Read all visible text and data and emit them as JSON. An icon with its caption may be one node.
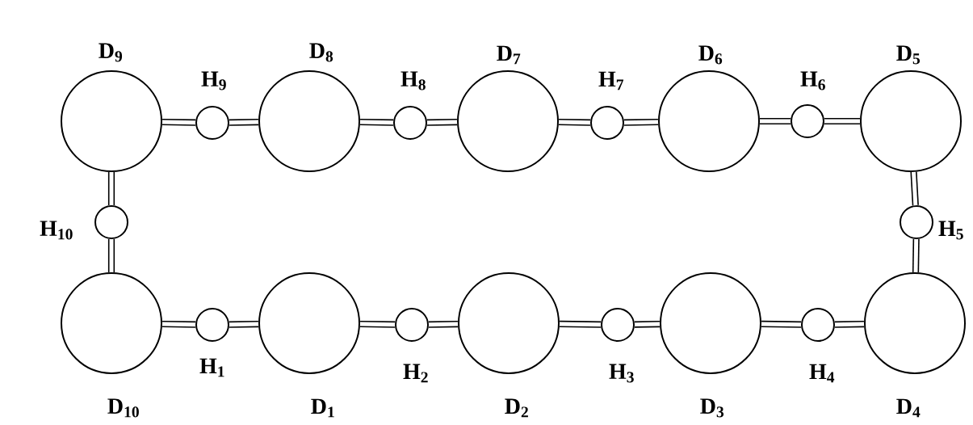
{
  "diagram": {
    "nodes": [
      {
        "text": [
          "D$_{9}$"
        ]
      },
      {
        "text": [
          "H$_{9}$"
        ]
      },
      {
        "text": [
          "D$_{8}$"
        ]
      },
      {
        "text": [
          "H$_{8}$"
        ]
      },
      {
        "text": [
          "D$_{7}$"
        ]
      },
      {
        "text": [
          "H$_{7}$"
        ]
      },
      {
        "text": [
          "D$_{6}$"
        ]
      },
      {
        "text": [
          "H$_{6}$"
        ]
      },
      {
        "text": [
          "D$_{5}$"
        ]
      },
      {
        "text": [
          "H$_{10}$"
        ]
      },
      {
        "text": [
          "H$_{5}$"
        ]
      },
      {
        "text": [
          "D$_{10}$"
        ]
      },
      {
        "text": [
          "H$_{1}$"
        ]
      },
      {
        "text": [
          "D$_{1}$"
        ]
      },
      {
        "text": [
          "H$_{2}$"
        ]
      },
      {
        "text": [
          "D$_{2}$"
        ]
      },
      {
        "text": [
          "H$_{3}$"
        ]
      },
      {
        "text": [
          "D$_{3}$"
        ]
      },
      {
        "text": [
          "H$_{4}$"
        ]
      },
      {
        "text": [
          "D$_{4}$"
        ]
      }
    ],
    "edges": [
      {
        "from": 0,
        "to": 1,
        "arrow": "none"
      },
      {
        "from": 1,
        "to": 2,
        "arrow": "none"
      },
      {
        "from": 2,
        "to": 3,
        "arrow": "none"
      },
      {
        "from": 3,
        "to": 4,
        "arrow": "none"
      },
      {
        "from": 4,
        "to": 5,
        "arrow": "none"
      },
      {
        "from": 5,
        "to": 6,
        "arrow": "none"
      },
      {
        "from": 6,
        "to": 7,
        "arrow": "none"
      },
      {
        "from": 7,
        "to": 8,
        "arrow": "none"
      },
      {
        "from": 8,
        "to": 10,
        "arrow": "none"
      },
      {
        "from": 10,
        "to": 19,
        "arrow": "none"
      },
      {
        "from": 19,
        "to": 18,
        "arrow": "none"
      },
      {
        "from": 18,
        "to": 17,
        "arrow": "none"
      },
      {
        "from": 17,
        "to": 16,
        "arrow": "none"
      },
      {
        "from": 16,
        "to": 15,
        "arrow": "none"
      },
      {
        "from": 15,
        "to": 14,
        "arrow": "none"
      },
      {
        "from": 14,
        "to": 13,
        "arrow": "none"
      },
      {
        "from": 13,
        "to": 12,
        "arrow": "none"
      },
      {
        "from": 12,
        "to": 11,
        "arrow": "none"
      },
      {
        "from": 11,
        "to": 9,
        "arrow": "none"
      },
      {
        "from": 9,
        "to": 0,
        "arrow": "none"
      }
    ]
  }
}
